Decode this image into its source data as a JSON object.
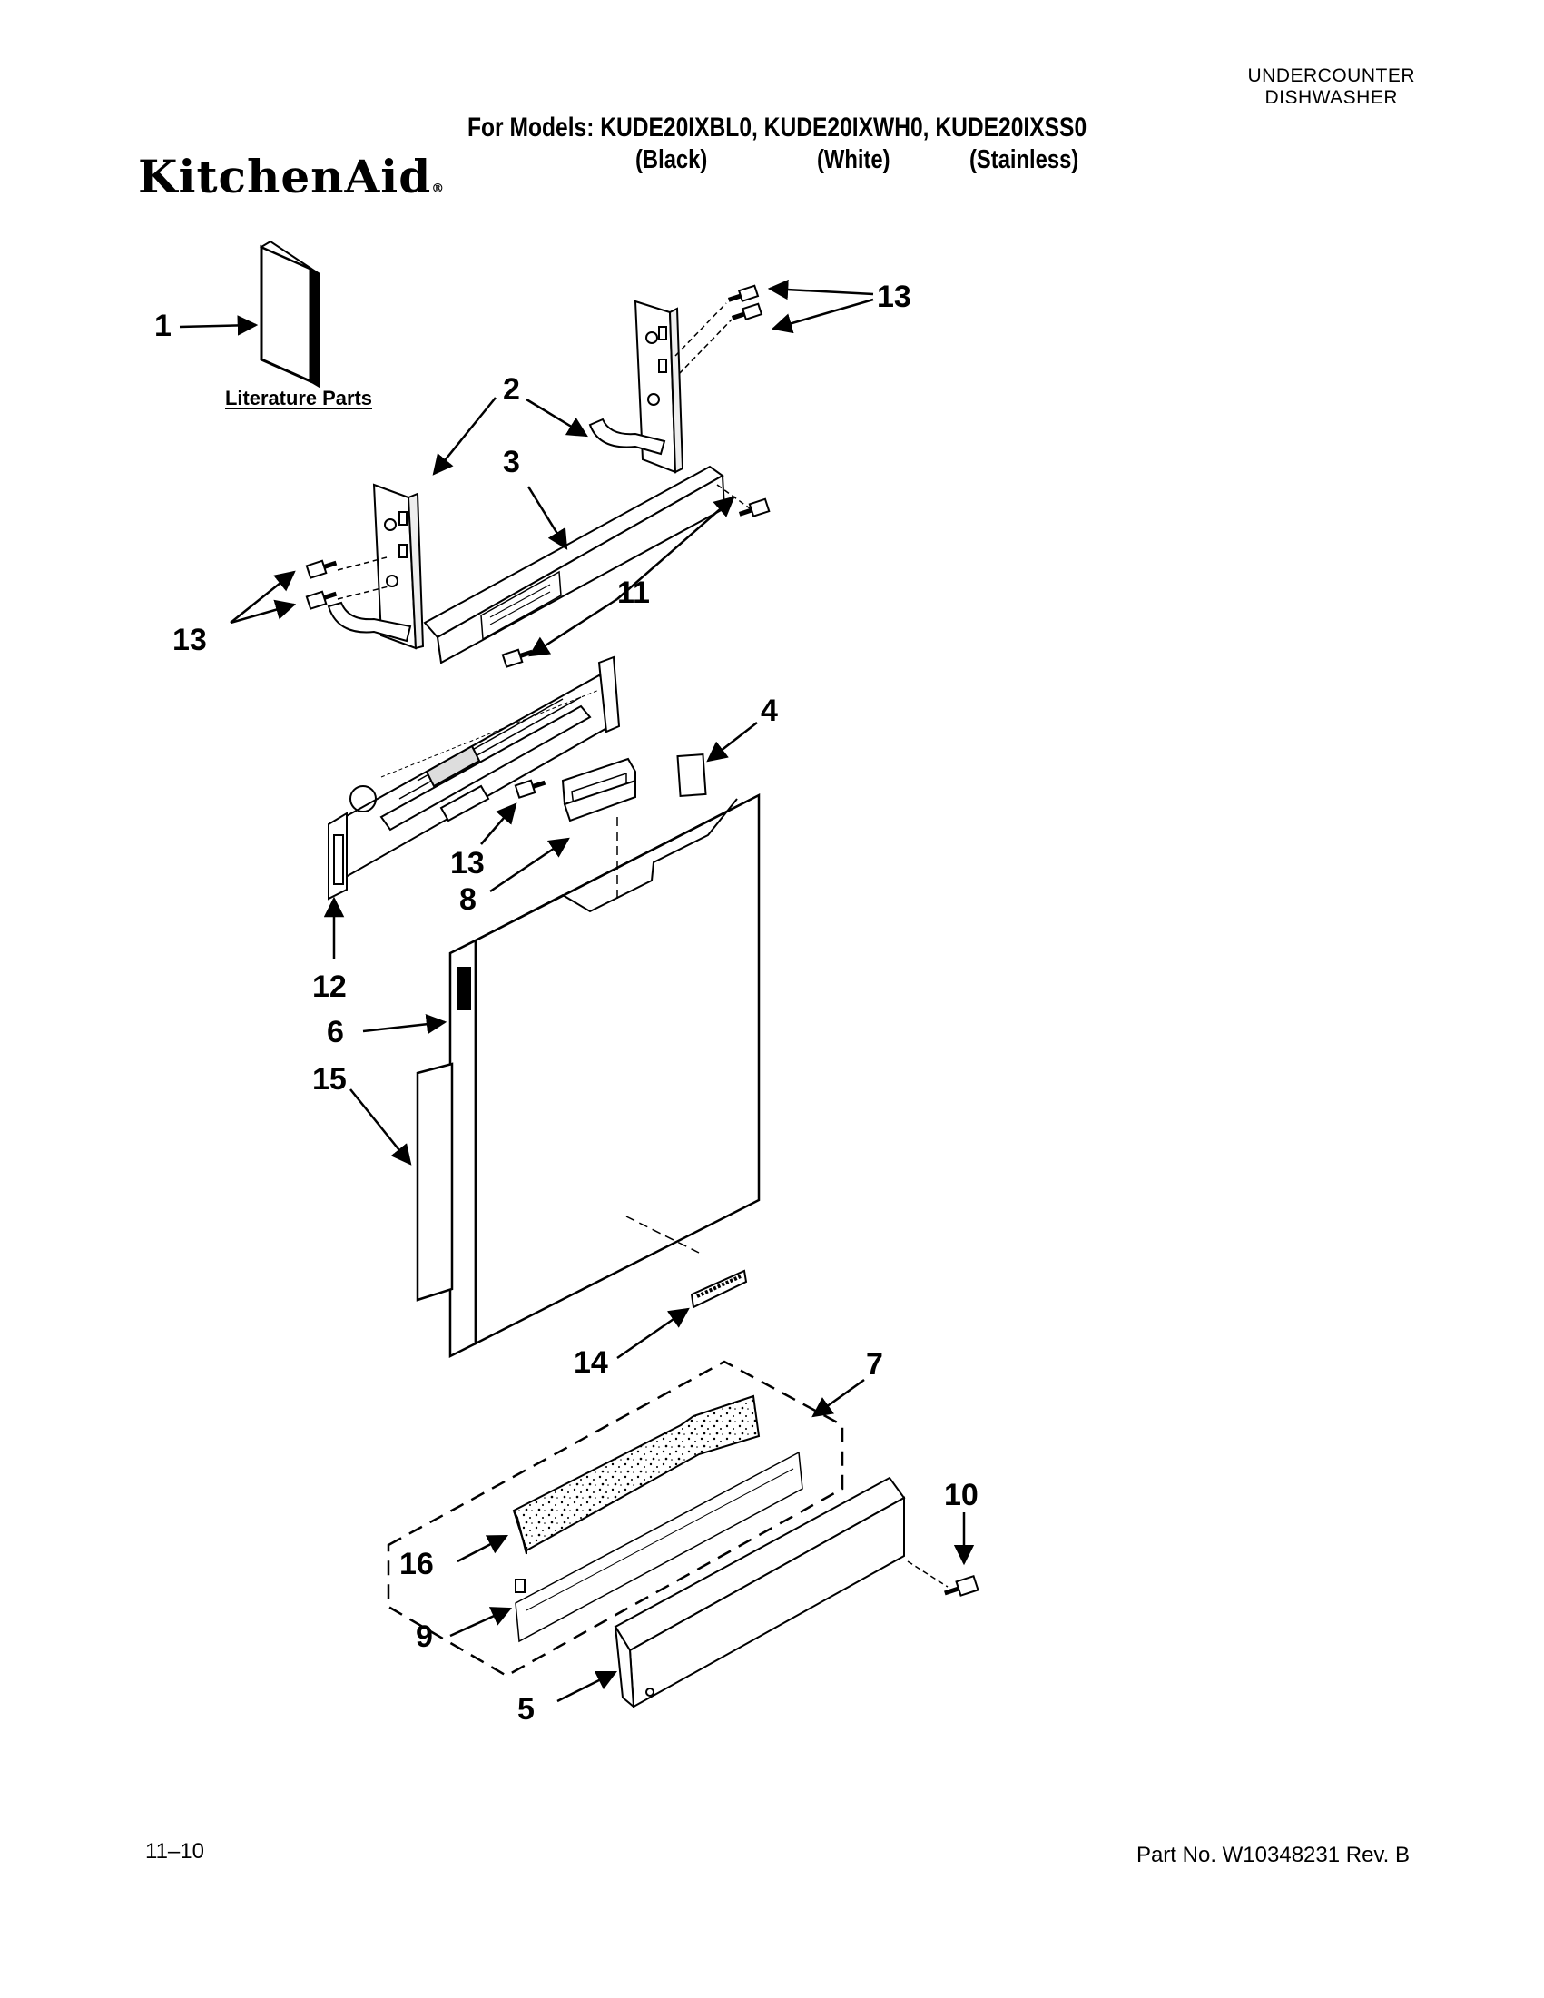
{
  "header": {
    "doc_type_line1": "UNDERCOUNTER",
    "doc_type_line2": "DISHWASHER",
    "models_line": "For Models: KUDE20IXBL0, KUDE20IXWH0, KUDE20IXSS0",
    "finish_black": "(Black)",
    "finish_white": "(White)",
    "finish_stainless": "(Stainless)",
    "brand": "KitchenAid",
    "brand_mark": "®"
  },
  "callouts": {
    "c1": "1",
    "c2": "2",
    "c3": "3",
    "c4": "4",
    "c5": "5",
    "c6": "6",
    "c7": "7",
    "c8": "8",
    "c9": "9",
    "c10": "10",
    "c11": "11",
    "c12": "12",
    "c13a": "13",
    "c13b": "13",
    "c13c": "13",
    "c14": "14",
    "c15": "15",
    "c16": "16"
  },
  "literature_label": "Literature Parts",
  "footer": {
    "date_code": "11–10",
    "part_number": "Part No. W10348231 Rev. B"
  }
}
